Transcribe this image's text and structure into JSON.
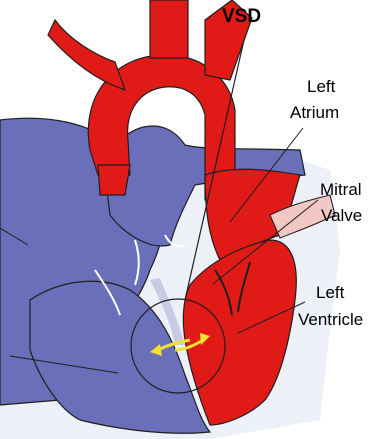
{
  "labels": {
    "vsd": "VSD",
    "left_atrium_line1": "Left",
    "left_atrium_line2": "Atrium",
    "mitral_valve_line1": "Mitral",
    "mitral_valve_line2": "Valve",
    "left_ventricle_line1": "Left",
    "left_ventricle_line2": "Ventricle"
  },
  "colors": {
    "oxygenated": "#e01a17",
    "deoxygenated": "#6a6fba",
    "highlight_arrow": "#f2e033",
    "outline": "#1f1f1f",
    "tissue_pink": "#f3c7c3",
    "tissue_lavender": "#c9cbe6"
  }
}
